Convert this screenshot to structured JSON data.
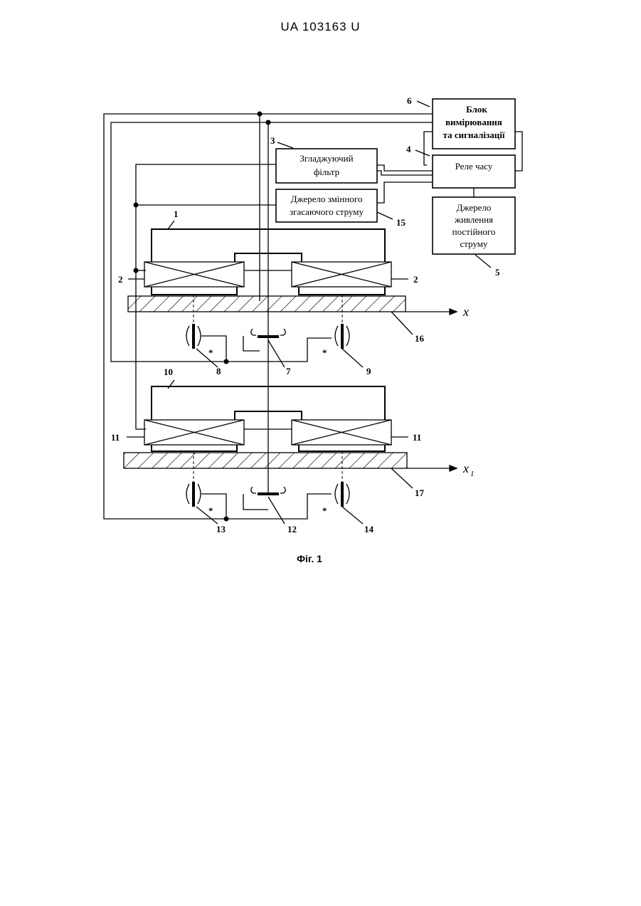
{
  "header": {
    "patent_number": "UA   103163   U"
  },
  "blocks": {
    "measurement_line1": "Блок",
    "measurement_line2": "вимірювання",
    "measurement_line3": "та сигналізації",
    "time_relay": "Реле часу",
    "filter_line1": "Згладжуючий",
    "filter_line2": "фільтр",
    "ac_source_line1": "Джерело змінного",
    "ac_source_line2": "згасаючого струму",
    "dc_source_line1": "Джерело",
    "dc_source_line2": "живлення",
    "dc_source_line3": "постійного",
    "dc_source_line4": "струму"
  },
  "labels": {
    "n1": "1",
    "n2a": "2",
    "n2b": "2",
    "n3": "3",
    "n4": "4",
    "n5": "5",
    "n6": "6",
    "n7": "7",
    "n8": "8",
    "n9": "9",
    "n10": "10",
    "n11a": "11",
    "n11b": "11",
    "n12": "12",
    "n13": "13",
    "n14": "14",
    "n15": "15",
    "n16": "16",
    "n17": "17",
    "star": "*"
  },
  "axes": {
    "x_upper": "x",
    "x_lower": "x",
    "x_lower_sub": "1"
  },
  "caption": "Фіг. 1"
}
